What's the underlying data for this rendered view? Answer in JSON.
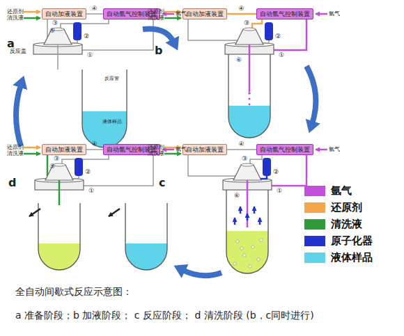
{
  "diagram": {
    "title": "全自动间歇式反应示意图：",
    "caption": "a 准备阶段；b 加液阶段； c 反应阶段； d 清洗阶段 (b，c同时进行)",
    "nodes": [
      {
        "text": [
          "自动加液装置"
        ]
      },
      {
        "text": [
          "自动氩气控制装置"
        ]
      },
      {
        "text": [
          "自动加液装置"
        ]
      },
      {
        "text": [
          "自动氩气控制装置"
        ]
      },
      {
        "text": [
          "自动加液装置"
        ]
      },
      {
        "text": [
          "自动氩气控制装置"
        ]
      },
      {
        "text": [
          "自动加液装置"
        ]
      },
      {
        "text": [
          "自动氩气控制装置"
        ]
      }
    ],
    "labels": [
      "a",
      "还原剂",
      "清洗液",
      "氩气",
      "③",
      "④",
      "⑤",
      "②",
      "①",
      "反应盖",
      "反应管",
      "液体样品",
      "b",
      "还原剂",
      "清洗液",
      "氩气",
      "④",
      "③",
      "⑥",
      "②",
      "①",
      "d",
      "还原剂",
      "清洗液",
      "氩气",
      "④",
      "③",
      "⑤",
      "②",
      "①",
      "c",
      "还原剂",
      "清洗液",
      "氩气",
      "⑥",
      "④",
      "③",
      "②",
      "①"
    ],
    "legend": [
      {
        "text": "氩气",
        "color": "#c24fd9"
      },
      {
        "text": "还原剂",
        "color": "#f3a64c"
      },
      {
        "text": "清洗液",
        "color": "#2e9a3a"
      },
      {
        "text": "原子化器",
        "color": "#2233cc"
      },
      {
        "text": "液体样品",
        "color": "#5fd3ea"
      }
    ]
  }
}
